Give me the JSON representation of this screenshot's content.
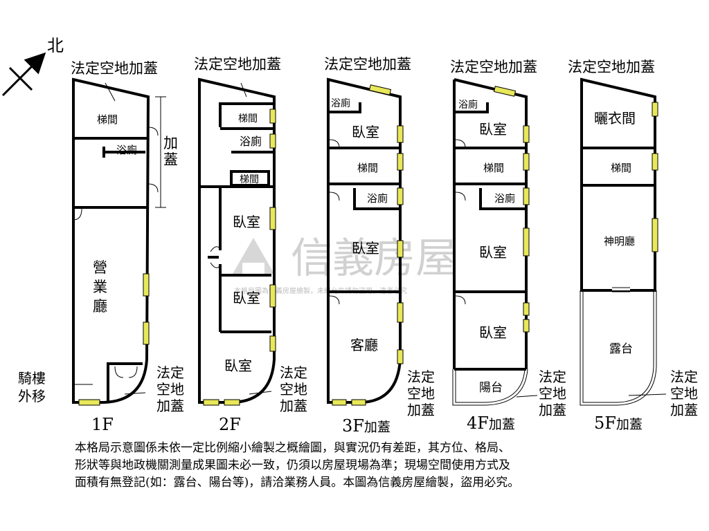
{
  "compass": {
    "north_label": "北"
  },
  "watermark": {
    "brand": "信義房屋",
    "notice": "本格局圖為信義房屋繪製，未經允許請勿盜用，違者必究"
  },
  "floors": [
    {
      "id": "1F",
      "label": "1F",
      "suffix": "",
      "top_label": "法定空地加蓋",
      "rooms": {
        "stair": "梯間",
        "bath": "浴廁",
        "shop": "營業廳"
      },
      "side_label": "加蓋",
      "arcade_label": "騎樓外移",
      "bottom_label": "法定空地加蓋"
    },
    {
      "id": "2F",
      "label": "2F",
      "suffix": "",
      "top_label": "法定空地加蓋",
      "rooms": {
        "stair": "梯間",
        "bath": "浴廁",
        "stair2": "梯間",
        "bedroom1": "臥室",
        "bedroom2": "臥室",
        "bedroom3": "臥室"
      },
      "bottom_label": "法定空地加蓋"
    },
    {
      "id": "3F",
      "label": "3F",
      "suffix": "加蓋",
      "top_label": "法定空地加蓋",
      "rooms": {
        "bath_top": "浴廁",
        "bedroom1": "臥室",
        "stair": "梯間",
        "bath": "浴廁",
        "bedroom2": "臥室",
        "living": "客廳"
      },
      "bottom_label": "法定空地加蓋"
    },
    {
      "id": "4F",
      "label": "4F",
      "suffix": "加蓋",
      "top_label": "法定空地加蓋",
      "rooms": {
        "bath_top": "浴廁",
        "bedroom1": "臥室",
        "stair": "梯間",
        "bath": "浴廁",
        "bedroom2": "臥室",
        "bedroom3": "臥室",
        "balcony": "陽台"
      },
      "bottom_label": "法定空地加蓋"
    },
    {
      "id": "5F",
      "label": "5F",
      "suffix": "加蓋",
      "top_label": "法定空地加蓋",
      "rooms": {
        "laundry": "曬衣間",
        "stair": "梯間",
        "shrine": "神明廳",
        "terrace": "露台"
      },
      "bottom_label": "法定空地加蓋"
    }
  ],
  "disclaimer": [
    "本格局示意圖係未依一定比例縮小繪製之概繪圖，與實況仍有差距，其方位、格局、",
    "形狀等與地政機關測量成果圖未必一致，仍須以房屋現場為準；現場空間使用方式及",
    "面積有無登記(如：露台、陽台等)，請洽業務人員。本圖為信義房屋繪製，盜用必究。"
  ],
  "colors": {
    "wall": "#000000",
    "window": "#e8e85a",
    "watermark": "#c9c9c9"
  }
}
